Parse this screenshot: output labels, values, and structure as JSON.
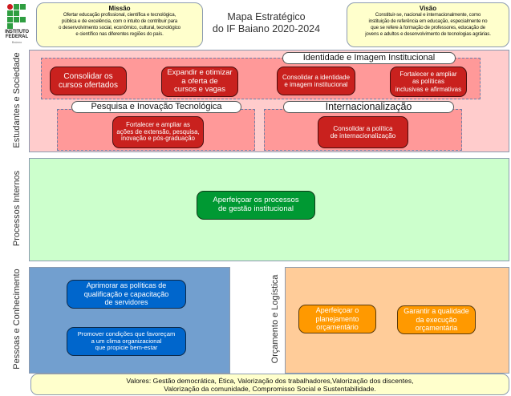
{
  "logo": {
    "line1": "INSTITUTO",
    "line2": "FEDERAL",
    "line3": "Baiano"
  },
  "title": {
    "line1": "Mapa Estratégico",
    "line2": "do IF Baiano 2020-2024"
  },
  "mission": {
    "title": "Missão",
    "lines": [
      "Ofertar educação profissional, científica e tecnológica,",
      "pública e de excelência, com o intuito de contribuir para",
      "o desenvolvimento social, econômico, cultural, tecnológico",
      "e científico nas diferentes regiões do país."
    ]
  },
  "vision": {
    "title": "Visão",
    "lines": [
      "Constituir-se, nacional e internacionalmente, como",
      "instituição de referência em educação, especialmente no",
      "que se refere à formação de professores, educação de",
      "jovens e adultos e desenvolvimento de tecnologias agrárias."
    ]
  },
  "perspectives": {
    "estudantes": {
      "label": "Estudantes e Sociedade",
      "color": "#ffcccc",
      "themes": {
        "identidade": "Identidade e Imagem Institucional",
        "pesquisa": "Pesquisa e Inovação Tecnológica",
        "internacionalizacao": "Internacionalização"
      },
      "objectives": [
        [
          "Consolidar os",
          "cursos ofertados"
        ],
        [
          "Expandir e otimizar",
          "a oferta de",
          "cursos e vagas"
        ],
        [
          "Consolidar a identidade",
          "e imagem institucional"
        ],
        [
          "Fortalecer e ampliar",
          "as políticas",
          "inclusivas e afirmativas"
        ],
        [
          "Fortalecer e ampliar as",
          "ações de extensão, pesquisa,",
          "inovação e pós-graduação"
        ],
        [
          "Consolidar a política",
          "de internacionalização"
        ]
      ]
    },
    "processos": {
      "label": "Processos Internos",
      "color": "#ccffcc",
      "objectives": [
        [
          "Aperfeiçoar os processos",
          "de gestão institucional"
        ]
      ]
    },
    "pessoas": {
      "label": "Pessoas e Conhecimento",
      "color": "#729fcf",
      "objectives": [
        [
          "Aprimorar as políticas de",
          "qualificação e capacitação",
          "de servidores"
        ],
        [
          "Promover condições que favoreçam",
          "a um clima organizacional",
          "que propicie bem-estar"
        ]
      ]
    },
    "orcamento": {
      "label": "Orçamento e Logística",
      "color": "#ffcc99",
      "objectives": [
        [
          "Aperfeiçoar o",
          "planejamento",
          "orçamentário"
        ],
        [
          "Garantir a qualidade",
          "da execução",
          "orçamentária"
        ]
      ]
    }
  },
  "values": {
    "line1": "Valores: Gestão democrática, Ética, Valorização dos trabalhadores,Valorização dos discentes,",
    "line2": "Valorização da comunidade, Compromisso Social e Sustentabilidade."
  },
  "colors": {
    "objective_red": "#c9211e",
    "objective_green": "#009933",
    "objective_blue": "#0066cc",
    "objective_orange": "#ff9900",
    "header_box": "#ffffcc"
  }
}
